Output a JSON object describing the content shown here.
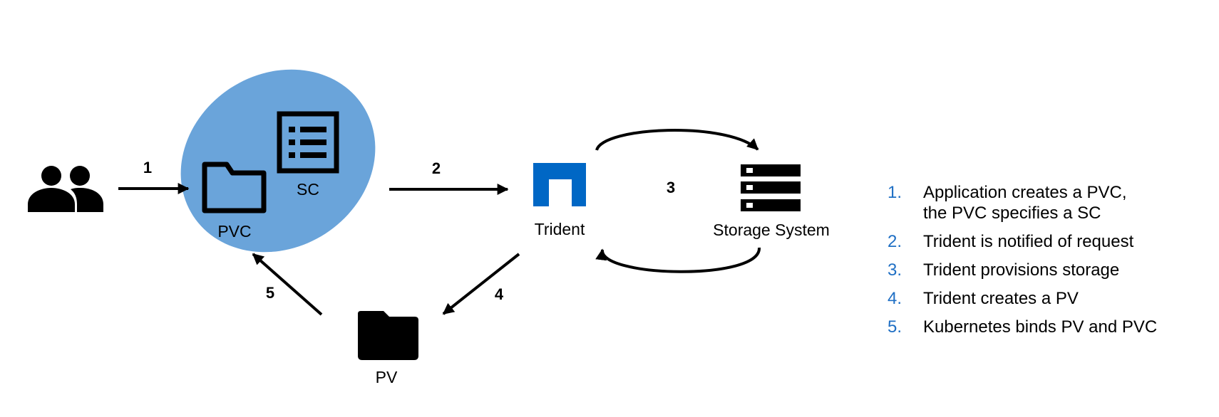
{
  "colors": {
    "blob": "#6aa4da",
    "netapp": "#0067c5",
    "arrow": "#000000",
    "step_number": "#1f6fc4"
  },
  "icons": {
    "users": "users-icon",
    "sc": "list-icon",
    "pvc": "folder-outline-icon",
    "trident": "netapp-logo-icon",
    "storage": "server-rack-icon",
    "pv": "folder-filled-icon"
  },
  "nodes": {
    "pvc_label": "PVC",
    "sc_label": "SC",
    "trident_label": "Trident",
    "storage_label": "Storage System",
    "pv_label": "PV"
  },
  "steps": {
    "s1": "1",
    "s2": "2",
    "s3": "3",
    "s4": "4",
    "s5": "5"
  },
  "legend": [
    {
      "num": "1.",
      "lines": [
        "Application creates a PVC,",
        "the PVC specifies a SC"
      ]
    },
    {
      "num": "2.",
      "lines": [
        "Trident is notified of request"
      ]
    },
    {
      "num": "3.",
      "lines": [
        "Trident provisions storage"
      ]
    },
    {
      "num": "4.",
      "lines": [
        "Trident creates a PV"
      ]
    },
    {
      "num": "5.",
      "lines": [
        "Kubernetes binds PV and PVC"
      ]
    }
  ]
}
